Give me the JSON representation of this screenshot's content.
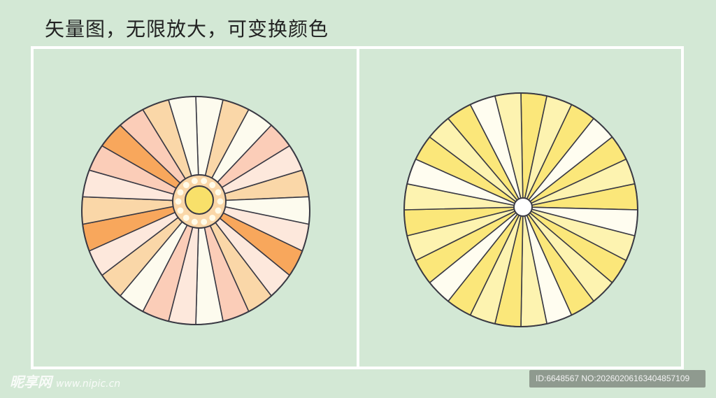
{
  "title": "矢量图，无限放大，可变换颜色",
  "watermark": {
    "logo": "昵享网",
    "url": "www.nipic.cn"
  },
  "id_label": "ID:6648567 NO:20260206163404857109",
  "colors": {
    "background": "#d3e8d5",
    "frame": "#ffffff",
    "outline": "#3a3a44",
    "left_palette": [
      "#fde8dc",
      "#fbcdb8",
      "#fad7a8",
      "#f8a75c",
      "#fdfbee"
    ],
    "left_center": "#f8e06a",
    "left_ring": "#fad7a8",
    "right_palette": [
      "#fbe77a",
      "#fdf3b0",
      "#fffdf0"
    ],
    "right_center": "#ffffff"
  }
}
